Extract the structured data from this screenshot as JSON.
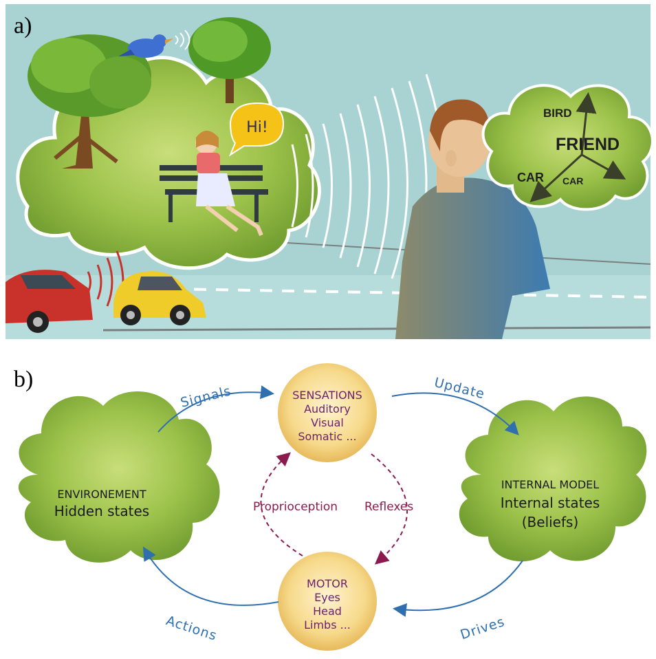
{
  "panel_a": {
    "label": "a)",
    "speech": "Hi!",
    "mind_words": {
      "bird": "BIRD",
      "friend": "FRIEND",
      "car_left": "CAR",
      "car_right": "CAR"
    }
  },
  "panel_b": {
    "label": "b)",
    "arrows": {
      "signals": "Signals",
      "update": "Update",
      "actions": "Actions",
      "drives": "Drives"
    },
    "sensations": {
      "title": "SENSATIONS",
      "lines": [
        "Auditory",
        "Visual",
        "Somatic ..."
      ]
    },
    "motor": {
      "title": "MOTOR",
      "lines": [
        "Eyes",
        "Head",
        "Limbs ..."
      ]
    },
    "environment": {
      "title": "ENVIRONEMENT",
      "subtitle": "Hidden states"
    },
    "internal_model": {
      "title": "INTERNAL MODEL",
      "line1": "Internal states",
      "line2": "(Beliefs)"
    },
    "loop_labels": {
      "left": "Proprioception",
      "right": "Reflexes"
    }
  },
  "colors": {
    "sky": "#a9d3d3",
    "cloud_green": "#9cc24a",
    "cloud_dark": "#6e9a2e",
    "arrow_blue": "#2f6fb0",
    "loop_red": "#8b1a4f",
    "circle_fill": "#f6d98a",
    "circle_text": "#6b1f6e"
  }
}
